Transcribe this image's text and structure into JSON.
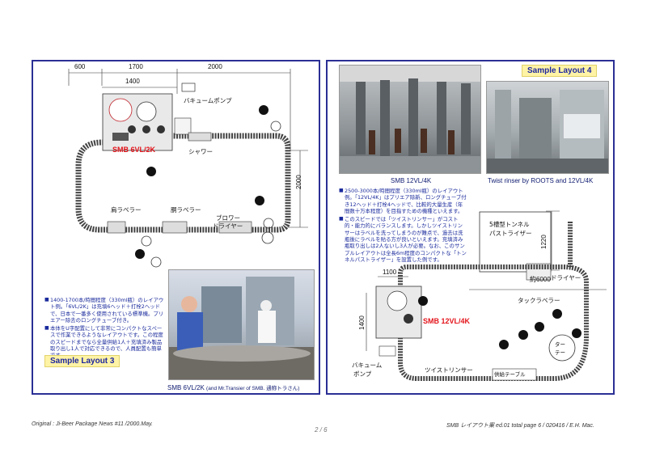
{
  "left_panel": {
    "dimensions": {
      "d600": "600",
      "d1700": "1700",
      "d2000_top": "2000",
      "d1400": "1400",
      "d2000_side": "2000"
    },
    "labels": {
      "vacuum_pump": "バキュームポンプ",
      "shower": "シャワー",
      "model": "SMB 6VL/2K",
      "shoulder_labeler": "肩ラベラー",
      "body_labeler": "胴ラベラー",
      "blower_dryer_1": "ブロワー",
      "blower_dryer_2": "ドライヤー"
    },
    "description": [
      "1400-1700本/時間程度（330ml瓶）のレイアウト例。「6VL/2K」は充填6ヘッド＋打栓2ヘッドで、日本で一番多く使用されている標準機。プリエアー除去のロングチューブ付き。",
      "本体をU字配置にして非常にコンパクトなスペースで作業できるようなレイアウトです。この程度のスピードまでなら全量供給1人＋充填済み製品取り出し1人で対応できるので、人員配置も簡単です。"
    ],
    "layout_badge": "Sample Layout 3",
    "photo_caption_main": "SMB 6VL/2K",
    "photo_caption_sub": "(and  Mr.Transier of SMB. 通称トラさん)"
  },
  "right_panel": {
    "layout_badge": "Sample Layout 4",
    "photo1_caption": "SMB 12VL/4K",
    "photo2_caption": "Twist rinser by ROOTS and 12VL/4K",
    "description": [
      "2500-3000本/時間程度（330ml瓶）のレイアウト例。「12VL/4K」はプリエア除新、ロングチューブ付き12ヘッド＋打栓4ヘッドで、比較的大量生産（年間数十万本程度）を目指すための機種といえます。",
      "このスピードでは「ツイストリンサー」がコスト的・能力的にバランスします。しかしツイストリンサーはラベルを洗ってしまうのが難点で、過去は洗瓶後にラベルを貼る方が良いといえます。充填済み瓶取り出しは2人ないし3人が必要。なお、このサンプルレイアウトは全長6m程度のコンパクトな「トンネルパストライザー」を設置した例です。"
    ],
    "dimensions": {
      "d1220": "1220",
      "d6000": "約6000",
      "d1100": "1100",
      "d1400": "1400"
    },
    "labels": {
      "tunnel_pasteurizer_1": "5槽型トンネル",
      "tunnel_pasteurizer_2": "パストライザー",
      "dryer": "ドライヤー",
      "tack_labeler": "タックラベラー",
      "model": "SMB 12VL/4K",
      "vacuum_pump_1": "バキューム",
      "vacuum_pump_2": "ポンプ",
      "twist_rinser": "ツイストリンサー",
      "bottle_feed": "供給テーブル",
      "turn_table_1": "ター",
      "turn_table_2": "テー"
    }
  },
  "footer": {
    "left": "Original : Ji-Beer Package News #11 /2000.May.",
    "center": "2 / 6",
    "right": "SMB レイアウト案 ed.01 total page 6 / 020416 / E.H. Mac."
  }
}
